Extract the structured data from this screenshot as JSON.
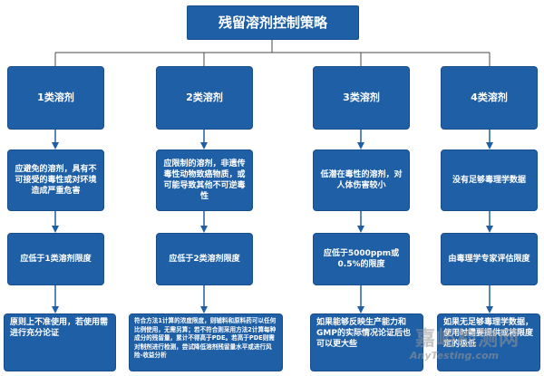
{
  "title": "残留溶剂控制策略",
  "colors": {
    "box": "#1f5fa6",
    "line": "#4a4a4a"
  },
  "columns": [
    {
      "category": "1类溶剂",
      "description": "应避免的溶剂，具有不可接受的毒性或对环境造成严重危害",
      "limit": "应低于1类溶剂限度",
      "note": "原则上不准使用，若使用需进行充分论证"
    },
    {
      "category": "2类溶剂",
      "description": "应限制的溶剂，非遗传毒性动物致癌物质，或可能导致其他不可逆毒性",
      "limit": "应低于2类溶剂限度",
      "note": "符合方法1计算的浓度限度，则辅料和原料药可以任何比例使用，无需另算；若不符合则采用方法2计算每种成分的残留量，累计不得高于PDE。若高于PDE则需对制剂进行检测，尝试降低溶剂残留量水平或进行风险-收益分析"
    },
    {
      "category": "3类溶剂",
      "description": "低潜在毒性的溶剂，对人体伤害较小",
      "limit": "应低于5000ppm或0.5%的限度",
      "note": "如果能够反映生产能力和GMP的实际情况论证后也可以更大些"
    },
    {
      "category": "4类溶剂",
      "description": "没有足够毒理学数据",
      "limit": "由毒理学专家评估限度",
      "note": "如果无足够毒理学数据，使用时需要提供或将限度定的极低"
    }
  ],
  "watermark": {
    "main": "嘉峪检测网",
    "sub": "AnyTesting.com"
  }
}
